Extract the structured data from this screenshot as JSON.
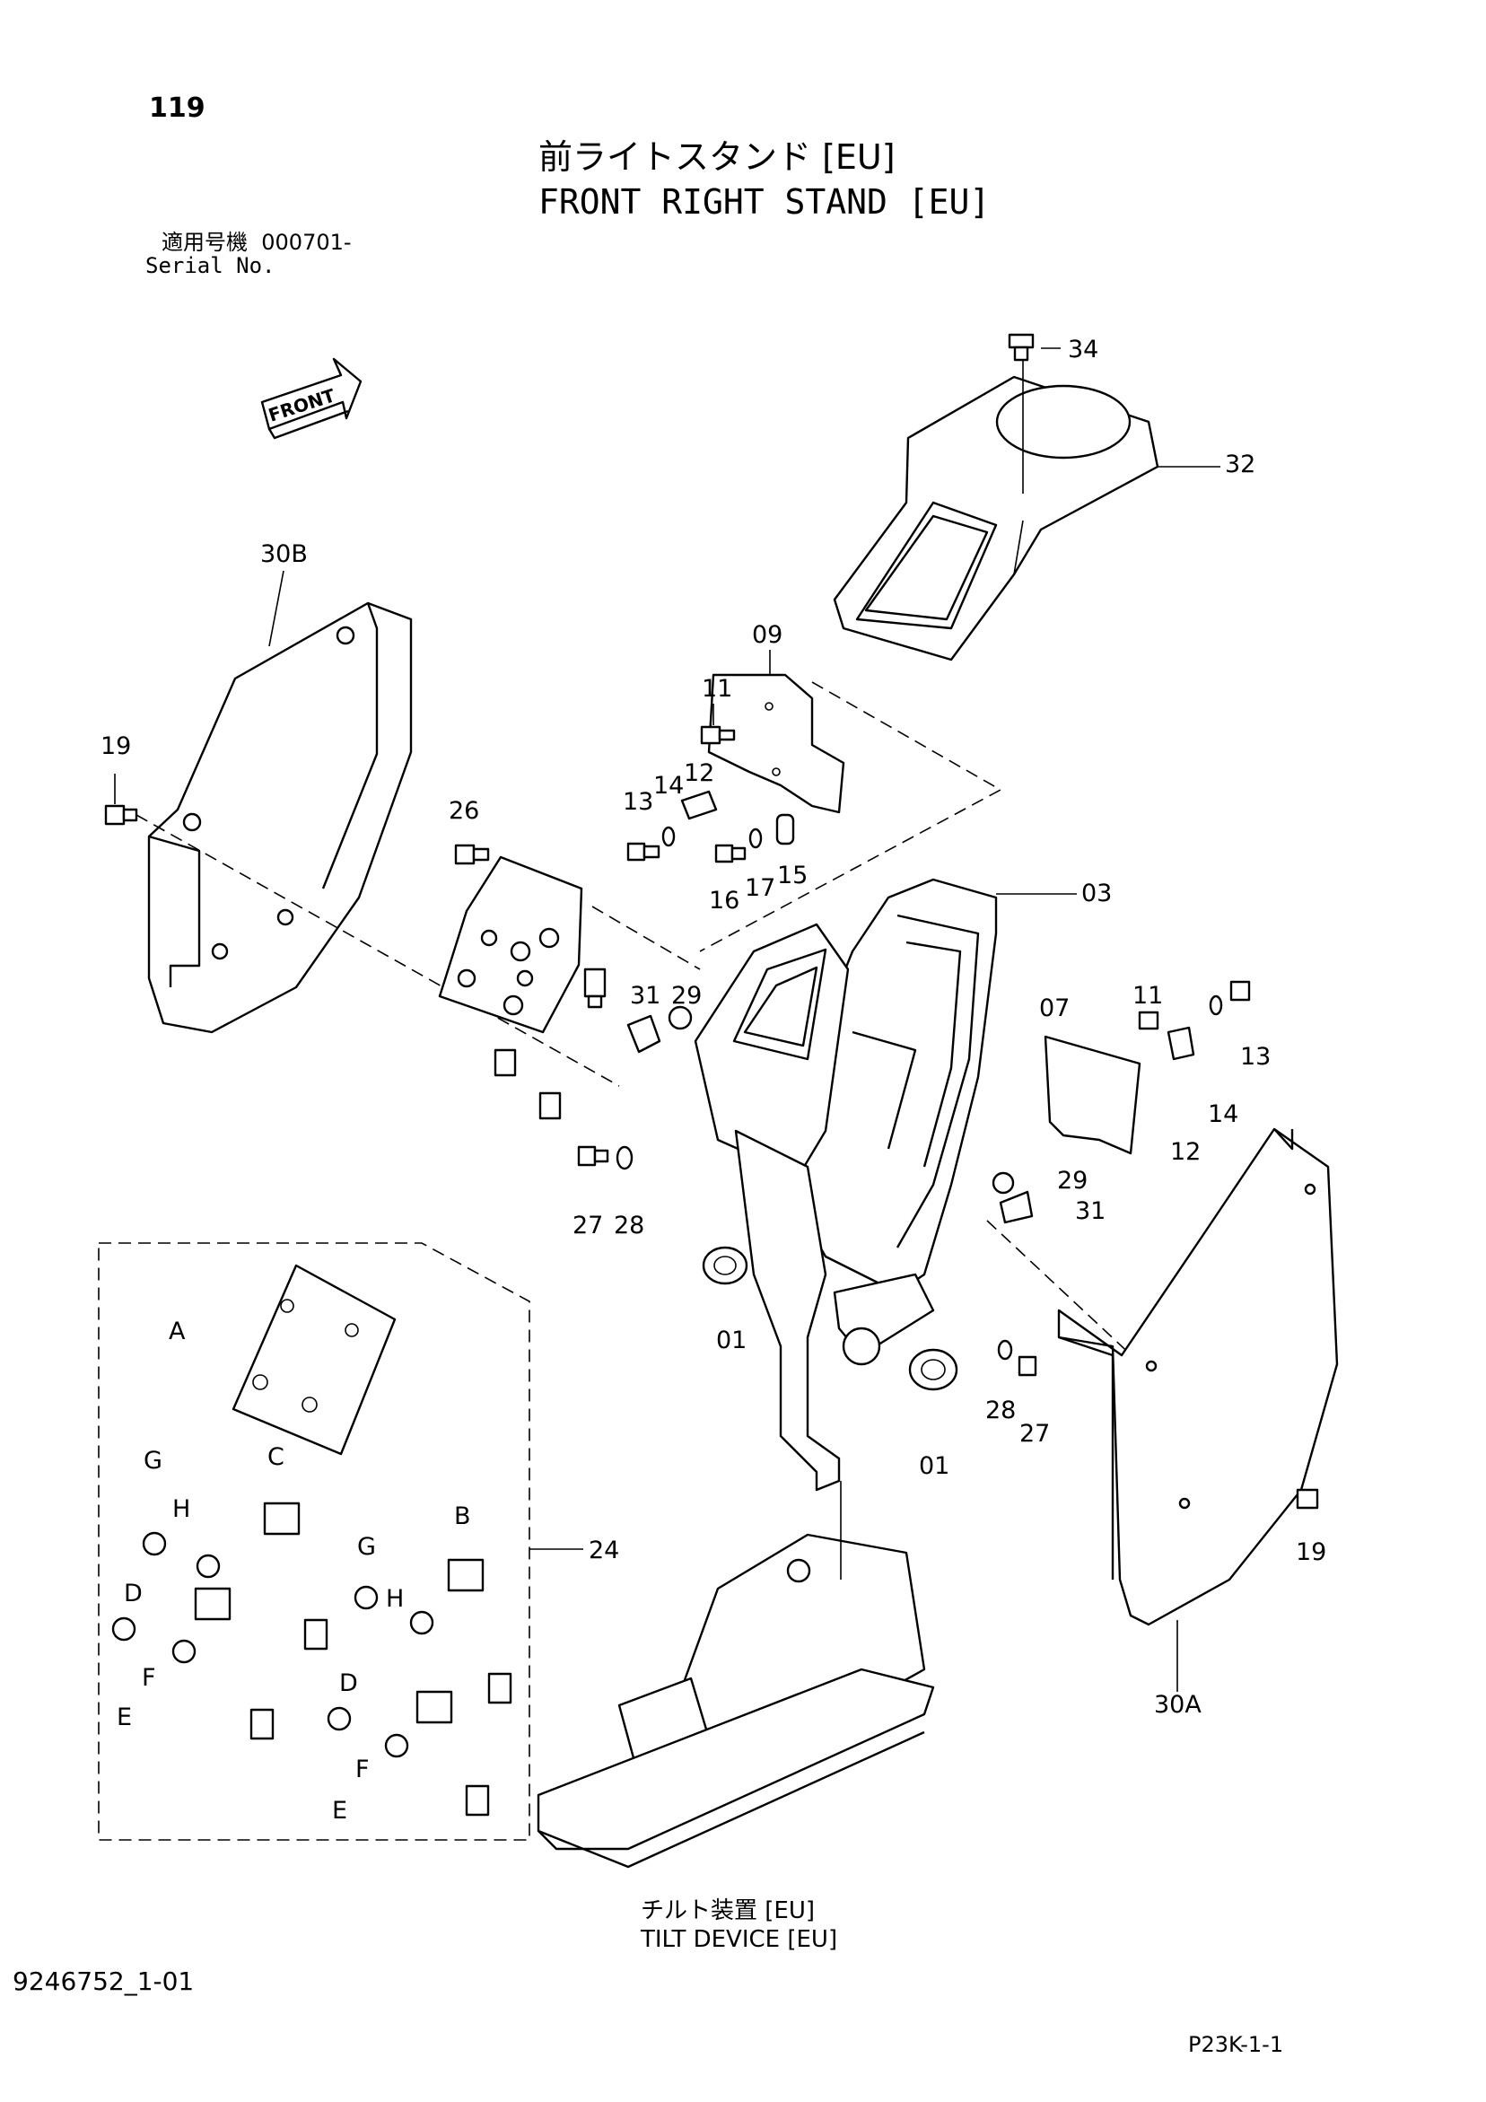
{
  "header": {
    "page_number": "119",
    "title_jp": "前ライトスタンド [EU]",
    "title_en": "FRONT RIGHT STAND [EU]",
    "serial_label_jp": "適用号機",
    "serial_value": "000701-",
    "serial_label_en": "Serial No."
  },
  "diagram": {
    "front_arrow_label": "FRONT",
    "callouts": {
      "p34": "34",
      "p32": "32",
      "p30B": "30B",
      "p09": "09",
      "p11a": "11",
      "p19a": "19",
      "p26": "26",
      "p14a": "14",
      "p12a": "12",
      "p13a": "13",
      "p16": "16",
      "p17": "17",
      "p15": "15",
      "p03": "03",
      "p31a": "31",
      "p29a": "29",
      "p07": "07",
      "p11b": "11",
      "p13b": "13",
      "p14b": "14",
      "p12b": "12",
      "p29b": "29",
      "p31b": "31",
      "p27a": "27",
      "p28a": "28",
      "p01a": "01",
      "p28b": "28",
      "p27b": "27",
      "p01b": "01",
      "p19b": "19",
      "p30A": "30A",
      "p24": "24",
      "kitA": "A",
      "kitC": "C",
      "kitB": "B",
      "kitG1": "G",
      "kitH1": "H",
      "kitD1": "D",
      "kitF1": "F",
      "kitE1": "E",
      "kitG2": "G",
      "kitH2": "H",
      "kitD2": "D",
      "kitF2": "F",
      "kitE2": "E"
    }
  },
  "footer": {
    "tilt_device_jp": "チルト装置 [EU]",
    "tilt_device_en": "TILT  DEVICE [EU]",
    "document_number": "9246752_1-01",
    "page_code": "P23K-1-1"
  }
}
